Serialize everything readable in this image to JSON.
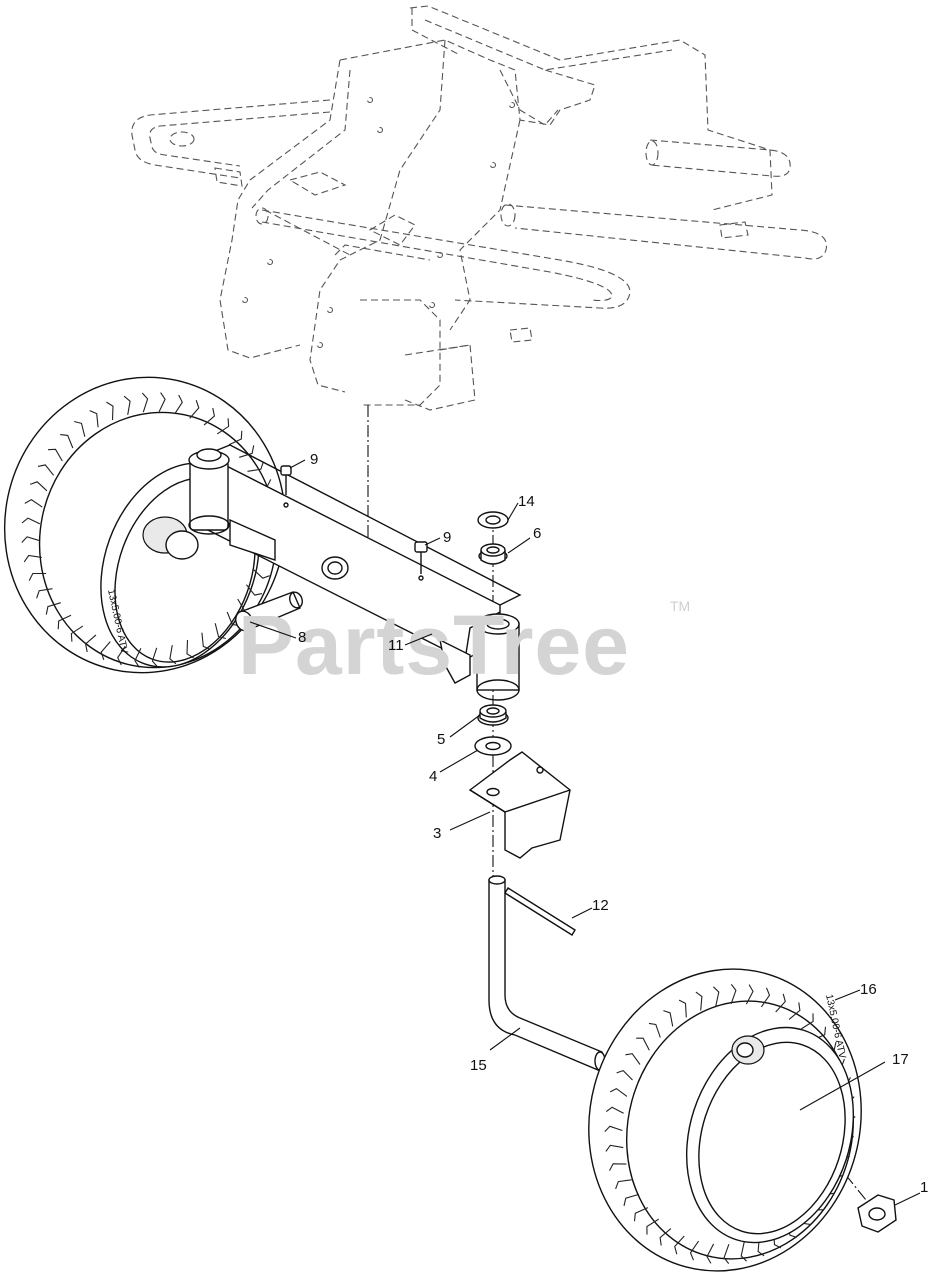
{
  "watermark": {
    "text": "PartsTree",
    "trademark": "TM"
  },
  "tire_sidewall_text": {
    "left": "13x5.00-6 ATV",
    "right": "13x5.00-6 ATV"
  },
  "callouts": [
    {
      "id": "1",
      "label": "1"
    },
    {
      "id": "3",
      "label": "3"
    },
    {
      "id": "4",
      "label": "4"
    },
    {
      "id": "5",
      "label": "5"
    },
    {
      "id": "6",
      "label": "6"
    },
    {
      "id": "8",
      "label": "8"
    },
    {
      "id": "9a",
      "label": "9"
    },
    {
      "id": "9b",
      "label": "9"
    },
    {
      "id": "11",
      "label": "11"
    },
    {
      "id": "12",
      "label": "12"
    },
    {
      "id": "14",
      "label": "14"
    },
    {
      "id": "15",
      "label": "15"
    },
    {
      "id": "16",
      "label": "16"
    },
    {
      "id": "17",
      "label": "17"
    }
  ]
}
